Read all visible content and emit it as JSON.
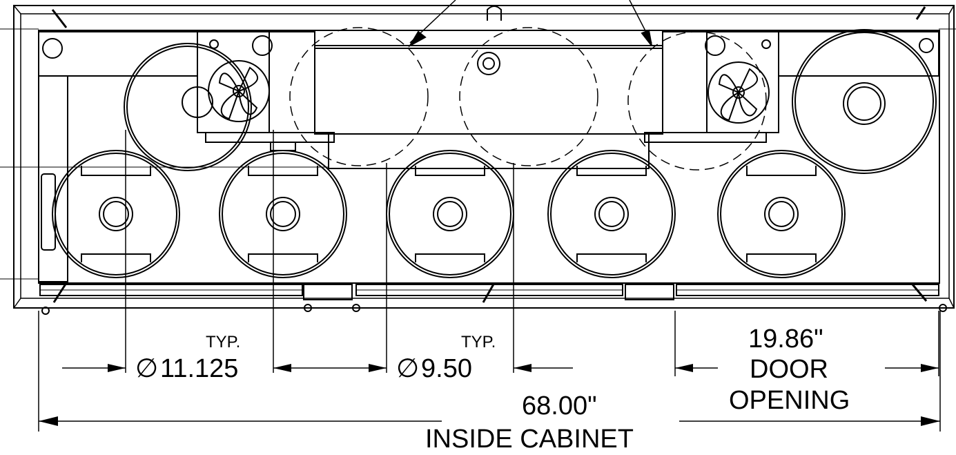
{
  "annotations": {
    "large_keg": {
      "typ": "TYP.",
      "symbol": "∅",
      "value": "11.125"
    },
    "small_keg": {
      "typ": "TYP.",
      "symbol": "∅",
      "value": "9.50"
    },
    "door_opening": {
      "value": "19.86\"",
      "label_1": "DOOR",
      "label_2": "OPENING"
    },
    "inside_cabinet": {
      "value": "68.00\"",
      "label": "INSIDE CABINET"
    }
  },
  "colors": {
    "line": "#000000",
    "background": "#ffffff"
  }
}
